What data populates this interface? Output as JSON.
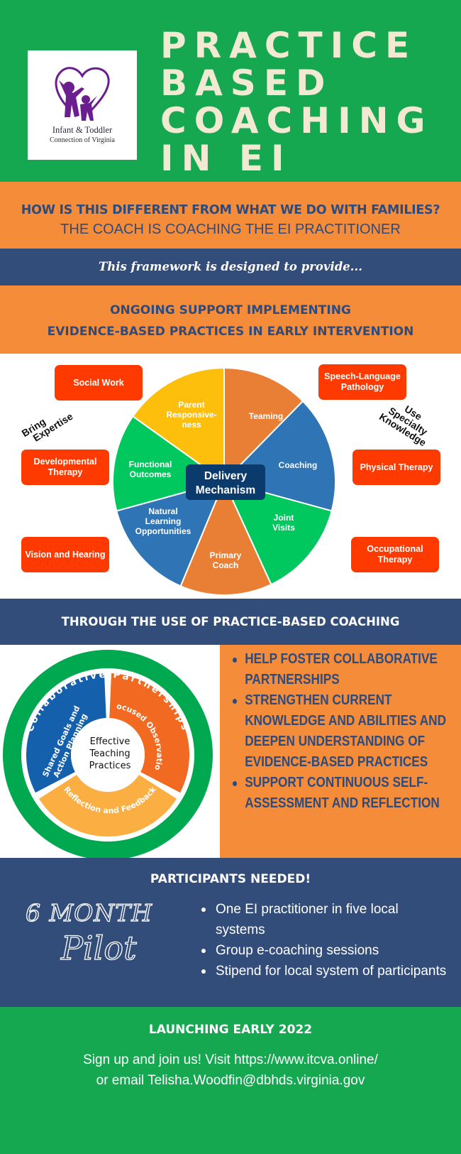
{
  "header": {
    "logo_line1": "Infant & Toddler",
    "logo_line2": "Connection of Virginia",
    "title_lines": [
      "PRACTICE",
      "BASED",
      "COACHING",
      "IN EI"
    ]
  },
  "question": {
    "line1": "HOW IS THIS DIFFERENT FROM WHAT WE DO WITH FAMILIES?",
    "line2": "THE COACH IS COACHING THE EI PRACTITIONER"
  },
  "framework": "This framework is designed to provide...",
  "ongoing": {
    "line1": "ONGOING SUPPORT  IMPLEMENTING",
    "line2": "EVIDENCE-BASED PRACTICES IN EARLY INTERVENTION"
  },
  "wheel": {
    "center": [
      "Delivery",
      "Mechanism"
    ],
    "slices": [
      {
        "label": "Teaming",
        "color": "#e97f35"
      },
      {
        "label": "Coaching",
        "color": "#2f75b5"
      },
      {
        "label": "Joint Visits",
        "color": "#00c85f"
      },
      {
        "label": "Primary Coach",
        "color": "#e97f35"
      },
      {
        "label": "Natural Learning Opportunities",
        "color": "#2f75b5"
      },
      {
        "label": "Functional Outcomes",
        "color": "#00c85f"
      },
      {
        "label": "Parent Responsive-ness",
        "color": "#fdbf0b"
      }
    ],
    "boxes": {
      "social_work": "Social Work",
      "developmental": "Developmental Therapy",
      "vision": "Vision and Hearing",
      "speech": "Speech-Language Pathology",
      "physical": "Physical Therapy",
      "occupational": "Occupational Therapy"
    },
    "bring": [
      "Bring",
      "Expertise"
    ],
    "use": [
      "Use",
      "Specialty",
      "Knowledge"
    ]
  },
  "through": "THROUGH THE USE OF PRACTICE-BASED COACHING",
  "pbc": {
    "outer": "Collaborative Partnerships",
    "center": [
      "Effective",
      "Teaching",
      "Practices"
    ],
    "seg_blue": [
      "Shared Goals and",
      "Action Planning"
    ],
    "seg_orange": "Focused Observation",
    "seg_yellow": "Reflection and Feedback",
    "bullets": [
      "HELP FOSTER COLLABORATIVE PARTNERSHIPS",
      "STRENGTHEN CURRENT KNOWLEDGE AND ABILITIES AND DEEPEN UNDERSTANDING OF EVIDENCE-BASED PRACTICES",
      "SUPPORT CONTINUOUS  SELF-ASSESSMENT AND REFLECTION"
    ]
  },
  "participants": {
    "heading": "PARTICIPANTS NEEDED!",
    "six_month": "6 MONTH",
    "pilot": "Pilot",
    "items": [
      "One EI practitioner in five local systems",
      "Group e-coaching sessions",
      "Stipend for local system of participants"
    ]
  },
  "launch": {
    "heading": "LAUNCHING EARLY 2022",
    "line1": "Sign up and join us! Visit https://www.itcva.online/",
    "line2": "or email Telisha.Woodfin@dbhds.virginia.gov"
  }
}
